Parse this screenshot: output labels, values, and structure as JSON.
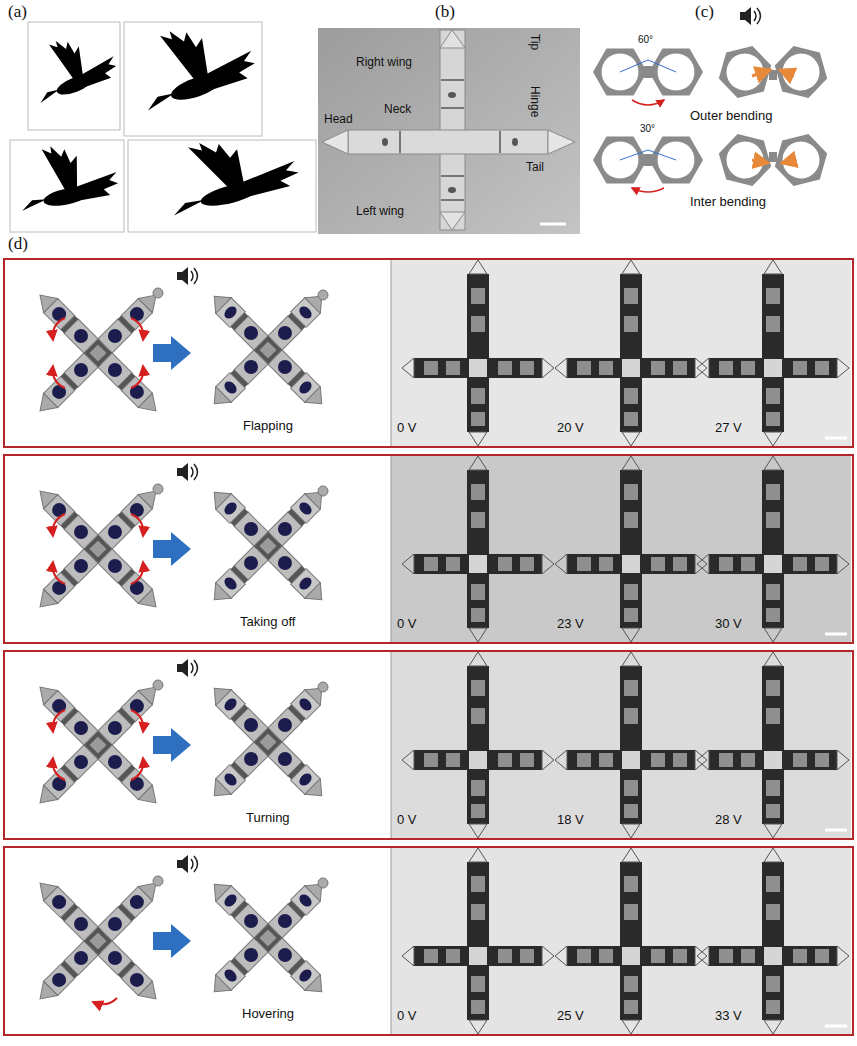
{
  "diagram": {
    "nodes": [
      {
        "text": [
          "Flapping",
          "0 V",
          "20 V",
          "27 V"
        ]
      },
      {
        "text": [
          "Taking off",
          "0 V",
          "23 V",
          "30 V"
        ]
      },
      {
        "text": [
          "Turning",
          "0 V",
          "18 V",
          "28 V"
        ]
      },
      {
        "text": [
          "Hovering",
          "0 V",
          "25 V",
          "33 V"
        ]
      }
    ],
    "labels": [
      "(a)",
      "(b)",
      "(c)",
      "(d)",
      "Right wing",
      "Tip",
      "Hinge",
      "Head",
      "Neck",
      "Tail",
      "Left wing",
      "60°",
      "Outer bending",
      "30°",
      "Inter bending"
    ]
  }
}
